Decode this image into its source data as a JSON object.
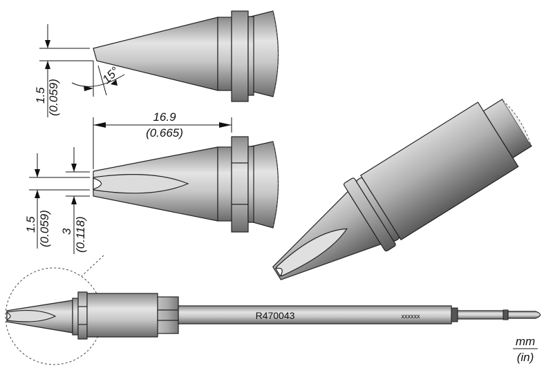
{
  "drawing": {
    "top_view": {
      "tip_width": "1.5",
      "tip_width_in": "(0.059)",
      "angle": "15°"
    },
    "length": {
      "value": "16.9",
      "value_in": "(0.665)"
    },
    "front_view": {
      "inner_width": "1.5",
      "inner_width_in": "(0.059)",
      "outer_width": "3",
      "outer_width_in": "(0.118)"
    },
    "cartridge": {
      "part_number": "R470043",
      "batch_code": "xxxxxx"
    },
    "units": {
      "primary": "mm",
      "secondary": "(in)"
    }
  },
  "colors": {
    "metal_light": "#e6e6e6",
    "metal_mid": "#b4b4b4",
    "metal_dark": "#6e6e6e",
    "band": "#555555"
  }
}
